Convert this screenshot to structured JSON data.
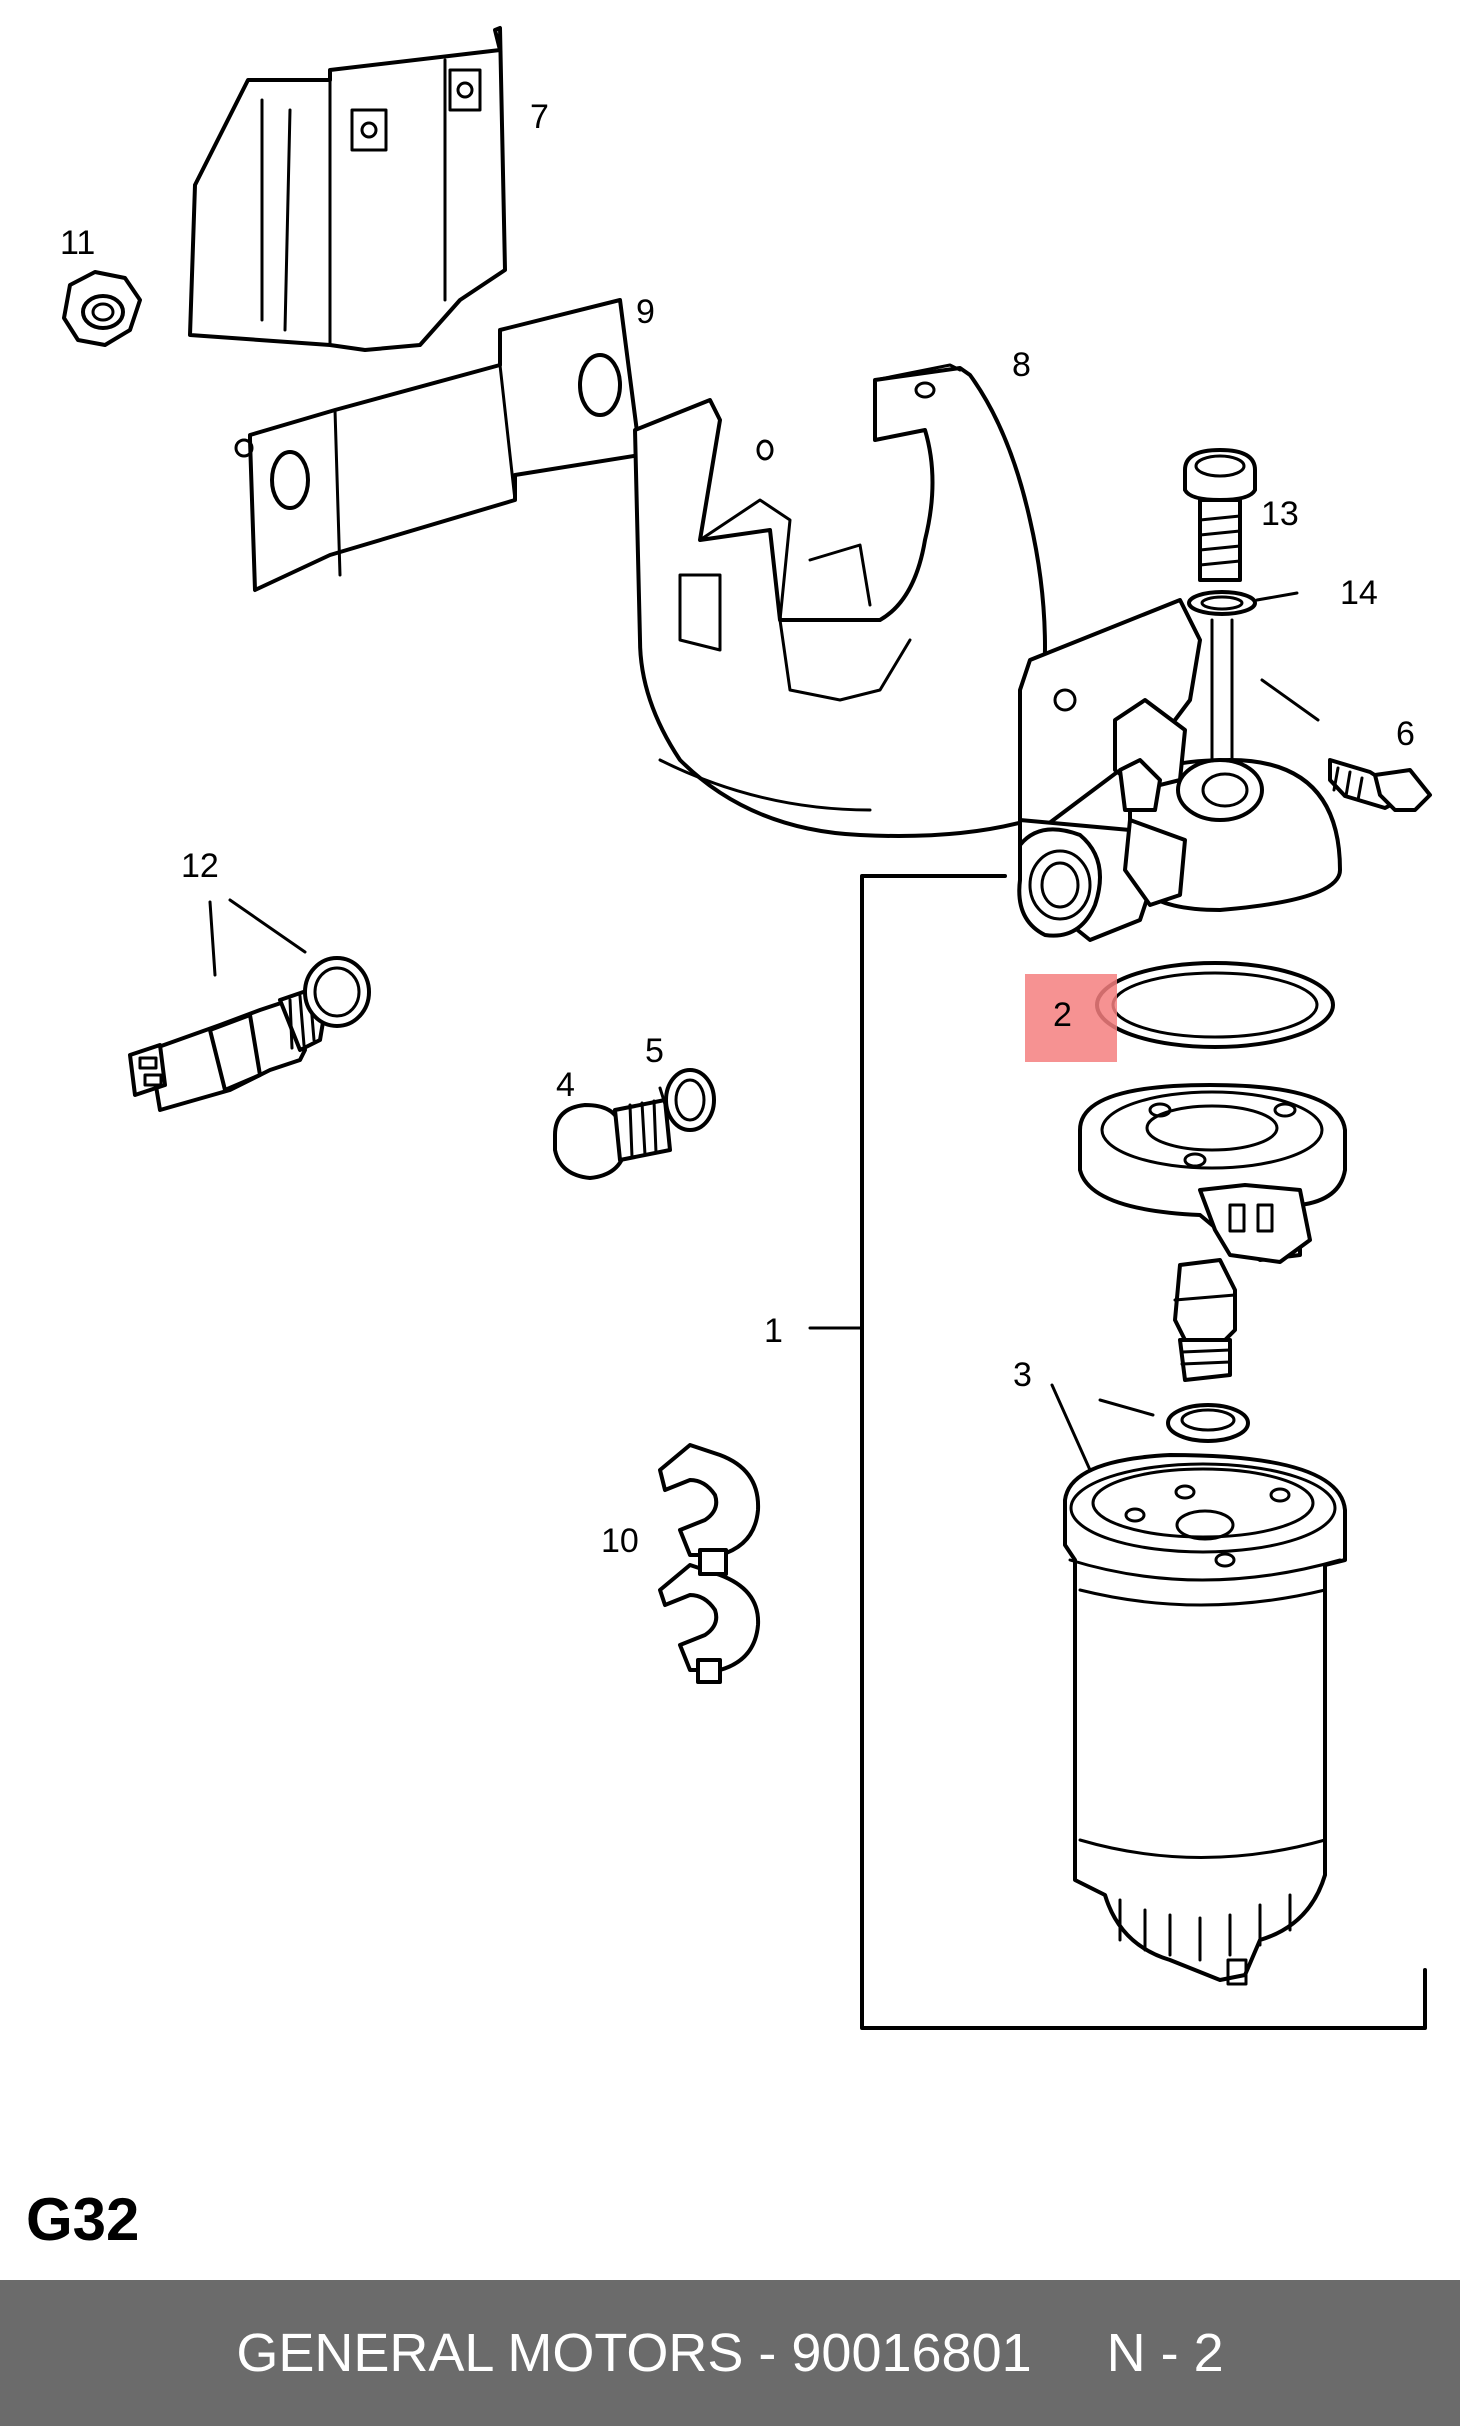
{
  "diagram": {
    "code": "G32",
    "highlighted_callout": "2",
    "highlight_color": "#f47f7f",
    "callouts": [
      {
        "id": "1",
        "part": "fuel-filter-assembly"
      },
      {
        "id": "2",
        "part": "seal-ring"
      },
      {
        "id": "3",
        "part": "filter-cartridge-with-seal"
      },
      {
        "id": "4",
        "part": "drain-screw"
      },
      {
        "id": "5",
        "part": "washer"
      },
      {
        "id": "6",
        "part": "bolt"
      },
      {
        "id": "7",
        "part": "heat-shield"
      },
      {
        "id": "8",
        "part": "filter-bracket"
      },
      {
        "id": "9",
        "part": "shield-plate"
      },
      {
        "id": "10",
        "part": "pipe-clip"
      },
      {
        "id": "11",
        "part": "nut"
      },
      {
        "id": "12",
        "part": "temperature-switch-with-seal"
      },
      {
        "id": "13",
        "part": "banjo-bolt"
      },
      {
        "id": "14",
        "part": "sealing-washer"
      }
    ]
  },
  "footer": {
    "text": "GENERAL MOTORS - 90016801     N - 2",
    "background": "#6b6b6b",
    "color": "#ffffff"
  }
}
